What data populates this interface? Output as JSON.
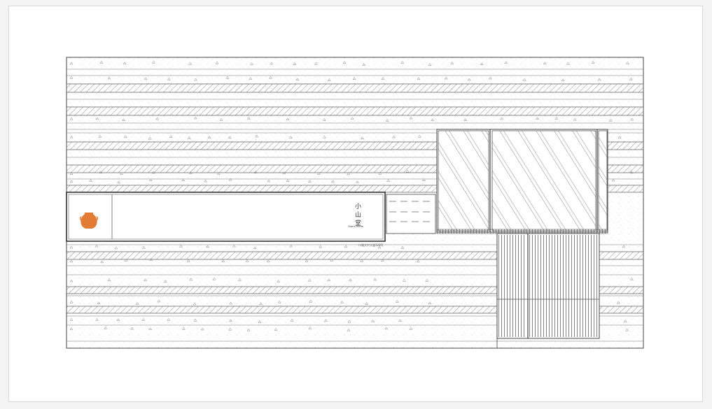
{
  "sign": {
    "title": "小山堂",
    "subtitle": "Xiao's home",
    "address": "川渝大兴大道128号"
  },
  "colors": {
    "jar": "#e27c35",
    "line": "#444444",
    "hatch": "#9a9a9a",
    "stipple": "#b5b5b5"
  },
  "icons": {
    "logo": "clay-jar-icon"
  }
}
